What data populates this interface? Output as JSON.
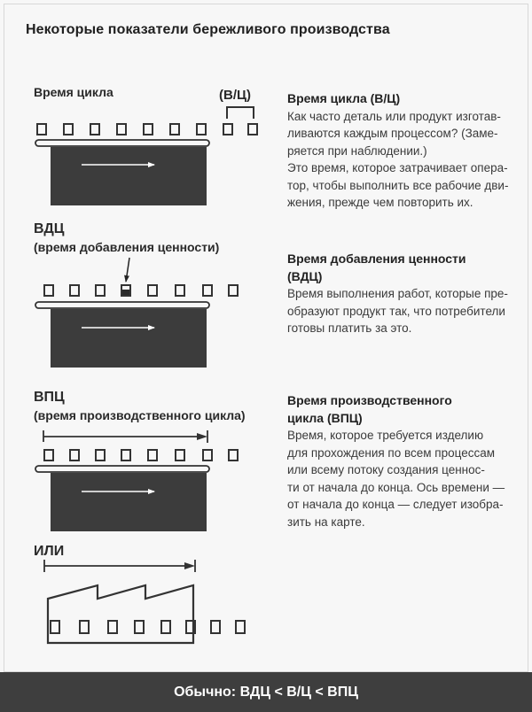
{
  "title": "Некоторые показатели бережливого производства",
  "sections": {
    "cycle": {
      "label": "Время цикла",
      "bracket_label": "(В/Ц)",
      "desc_title": "Время цикла (В/Ц)",
      "desc_lines": [
        "Как часто деталь или продукт изготав-",
        "ливаются каждым процессом? (Заме-",
        "ряется при наблюдении.)",
        "Это время, которое затрачивает опера-",
        "тор, чтобы выполнить все рабочие дви-",
        "жения, прежде чем повторить их."
      ]
    },
    "vdc": {
      "label_line1": "ВДЦ",
      "label_line2": "(время добавления ценности)",
      "desc_title_line1": "Время добавления ценности",
      "desc_title_line2": "(ВДЦ)",
      "desc_lines": [
        "Время выполнения работ, которые пре-",
        "образуют продукт так, что потребители",
        "готовы платить за это."
      ]
    },
    "vpc": {
      "label_line1": "ВПЦ",
      "label_line2": "(время производственного цикла)",
      "desc_title_line1": "Время производственного",
      "desc_title_line2": "цикла (ВПЦ)",
      "desc_lines": [
        "Время, которое требуется изделию",
        "для прохождения по всем процессам",
        "или всему потоку создания ценнос-",
        "ти от начала до конца. Ось времени —",
        "от начала до конца — следует изобра-",
        "зить на карте."
      ]
    },
    "or": {
      "label": "ИЛИ"
    }
  },
  "footer": "Обычно: ВДЦ < В/Ц < ВПЦ"
}
